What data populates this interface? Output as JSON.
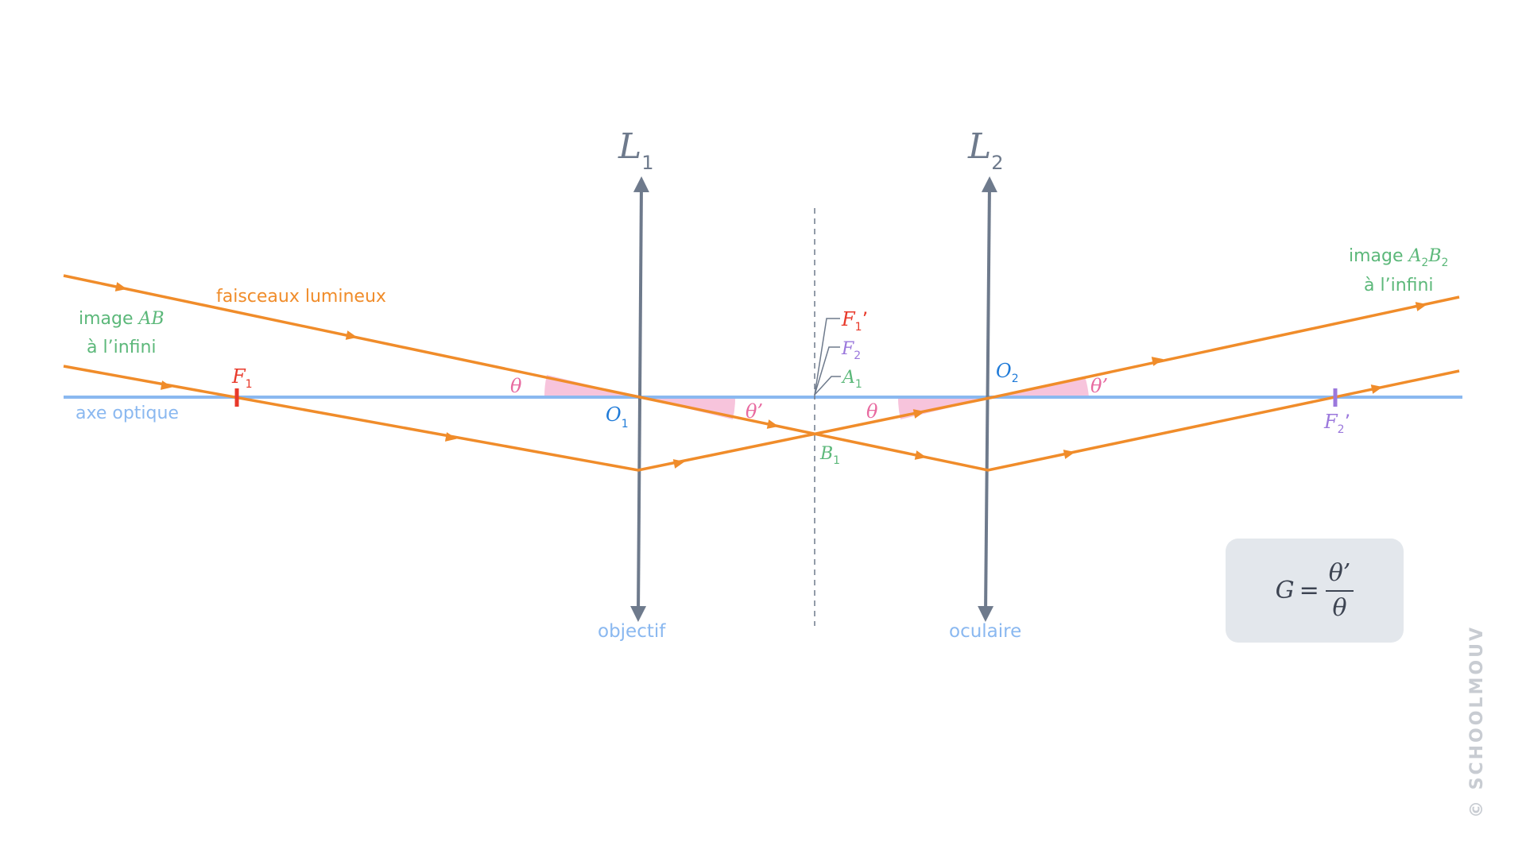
{
  "colors": {
    "ray": "#f08c2a",
    "axis": "#8ab8f0",
    "lens": "#6e7a8c",
    "angle_fill": "#f7c4dc",
    "angle_text": "#e86aa0",
    "green": "#5cb87a",
    "red": "#e8392a",
    "purple": "#9b78dc",
    "blue": "#1e7ad8",
    "box": "#e3e7ec"
  },
  "labels": {
    "lens1_letter": "L",
    "lens1_sub": "1",
    "lens2_letter": "L",
    "lens2_sub": "2",
    "objectif": "objectif",
    "oculaire": "oculaire",
    "axe_optique": "axe optique",
    "faisceaux": "faisceaux lumineux",
    "image_ab_word": "image",
    "image_ab_sym": "AB",
    "image_ab_line2": "à l’infini",
    "image_a2b2_word": "image",
    "image_a2b2_a": "A",
    "image_a2b2_a_sub": "2",
    "image_a2b2_b": "B",
    "image_a2b2_b_sub": "2",
    "image_a2b2_line2": "à l’infini",
    "f1": "F",
    "f1_sub": "1",
    "f1p": "F",
    "f1p_sub": "1",
    "f1p_prime": "’",
    "f2": "F",
    "f2_sub": "2",
    "a1": "A",
    "a1_sub": "1",
    "b1": "B",
    "b1_sub": "1",
    "o1": "O",
    "o1_sub": "1",
    "o2": "O",
    "o2_sub": "2",
    "f2p": "F",
    "f2p_sub": "2",
    "f2p_prime": "’",
    "theta": "θ",
    "theta_prime": "θ’"
  },
  "formula": {
    "g": "G",
    "eq": "=",
    "num": "θ’",
    "den": "θ"
  },
  "watermark": "© SCHOOLMOUV"
}
